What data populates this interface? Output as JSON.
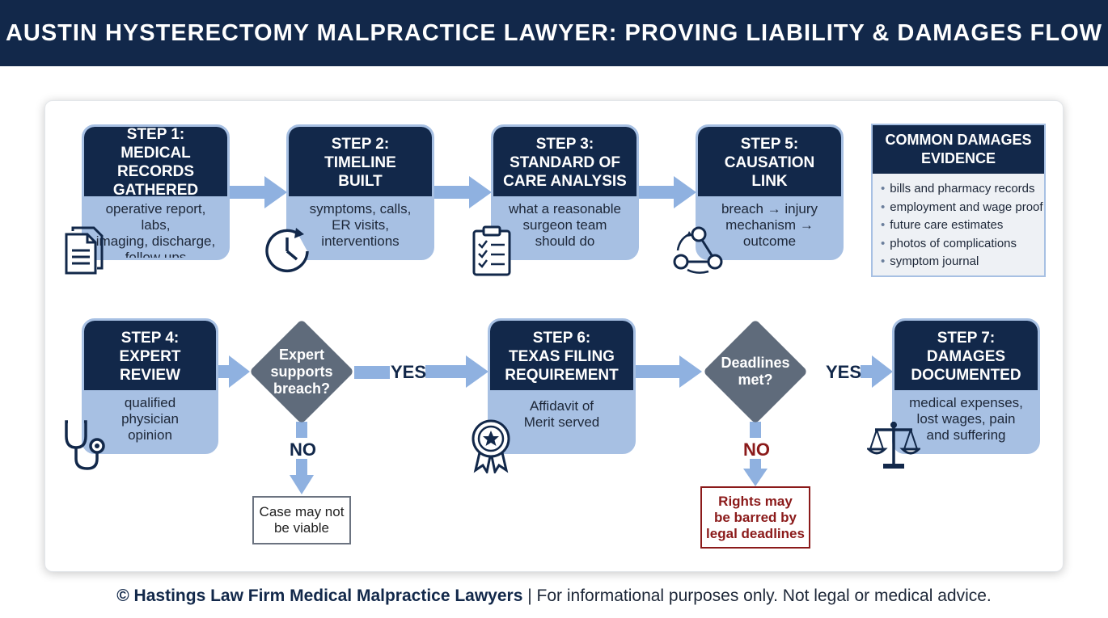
{
  "header": {
    "title": "AUSTIN HYSTERECTOMY MALPRACTICE LAWYER: PROVING LIABILITY & DAMAGES FLOW"
  },
  "steps": {
    "s1": {
      "title": [
        "STEP 1:",
        "MEDICAL RECORDS",
        "GATHERED"
      ],
      "desc": [
        "operative report, labs,",
        "imaging, discharge,",
        "follow ups"
      ]
    },
    "s2": {
      "title": [
        "STEP 2:",
        "TIMELINE",
        "BUILT"
      ],
      "desc": [
        "symptoms, calls,",
        "ER visits,",
        "interventions"
      ]
    },
    "s3": {
      "title": [
        "STEP 3:",
        "STANDARD OF",
        "CARE ANALYSIS"
      ],
      "desc": [
        "what a reasonable",
        "surgeon team",
        "should do"
      ]
    },
    "s5": {
      "title": [
        "STEP 5:",
        "CAUSATION",
        "LINK"
      ],
      "desc": [
        "breach → injury",
        "mechanism →",
        "outcome"
      ]
    },
    "s4": {
      "title": [
        "STEP 4:",
        "EXPERT",
        "REVIEW"
      ],
      "desc": [
        "qualified",
        "physician",
        "opinion"
      ]
    },
    "s6": {
      "title": [
        "STEP 6:",
        "TEXAS FILING",
        "REQUIREMENT"
      ],
      "desc": [
        "Affidavit of",
        "Merit served"
      ]
    },
    "s7": {
      "title": [
        "STEP 7:",
        "DAMAGES",
        "DOCUMENTED"
      ],
      "desc": [
        "medical expenses,",
        "lost wages, pain",
        "and suffering"
      ]
    }
  },
  "decisions": {
    "expert": {
      "label": [
        "Expert",
        "supports",
        "breach?"
      ],
      "yes": "YES",
      "no": "NO",
      "no_outcome": [
        "Case may not",
        "be viable"
      ]
    },
    "deadlines": {
      "label": [
        "Deadlines",
        "met?"
      ],
      "yes": "YES",
      "no": "NO",
      "no_outcome": [
        "Rights may",
        "be barred by",
        "legal deadlines"
      ]
    }
  },
  "damages": {
    "title": [
      "COMMON DAMAGES",
      "EVIDENCE"
    ],
    "items": [
      "bills and pharmacy records",
      "employment and wage proof",
      "future care estimates",
      "photos of complications",
      "symptom journal"
    ]
  },
  "footer": {
    "brand": "© Hastings Law Firm Medical Malpractice Lawyers",
    "rest": " | For informational purposes only. Not legal or medical advice."
  },
  "colors": {
    "navy": "#12284a",
    "light_blue": "#a7c0e3",
    "arrow_blue": "#8fb1e0",
    "diamond_gray": "#5f6b7b",
    "warning_red": "#8b1a1a"
  },
  "icons": [
    "document-icon",
    "clock-icon",
    "clipboard-checklist-icon",
    "causation-cycle-icon",
    "stethoscope-icon",
    "award-seal-icon",
    "scales-of-justice-icon"
  ]
}
